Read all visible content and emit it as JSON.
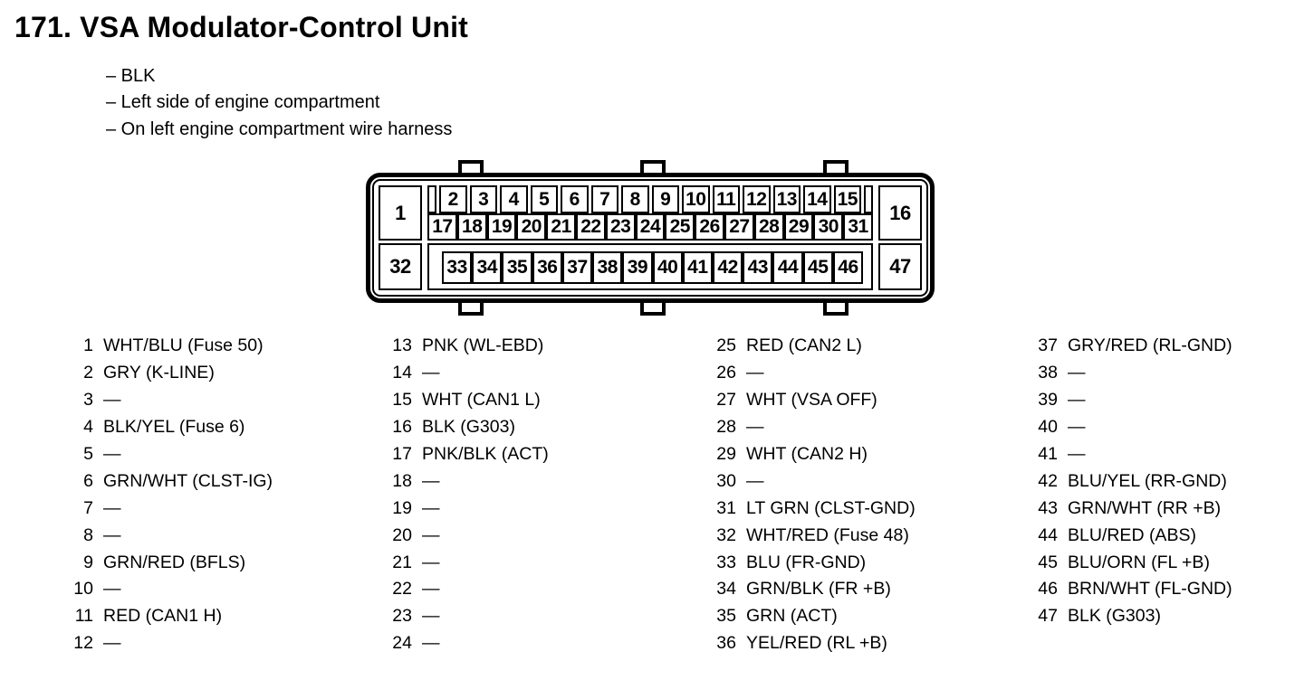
{
  "header": {
    "title": "171. VSA Modulator-Control Unit",
    "notes": [
      "– BLK",
      "– Left side of engine compartment",
      "– On left engine compartment wire harness"
    ]
  },
  "connector": {
    "pin1": "1",
    "pin16": "16",
    "pin32": "32",
    "pin47": "47",
    "row_top": [
      "2",
      "3",
      "4",
      "5",
      "6",
      "7",
      "8",
      "9",
      "10",
      "11",
      "12",
      "13",
      "14",
      "15"
    ],
    "row_mid": [
      "17",
      "18",
      "19",
      "20",
      "21",
      "22",
      "23",
      "24",
      "25",
      "26",
      "27",
      "28",
      "29",
      "30",
      "31"
    ],
    "row_bottom": [
      "33",
      "34",
      "35",
      "36",
      "37",
      "38",
      "39",
      "40",
      "41",
      "42",
      "43",
      "44",
      "45",
      "46"
    ]
  },
  "pins": {
    "columns": [
      [
        {
          "n": "1",
          "d": "WHT/BLU (Fuse 50)"
        },
        {
          "n": "2",
          "d": "GRY (K-LINE)"
        },
        {
          "n": "3",
          "d": "—"
        },
        {
          "n": "4",
          "d": "BLK/YEL (Fuse 6)"
        },
        {
          "n": "5",
          "d": "—"
        },
        {
          "n": "6",
          "d": "GRN/WHT (CLST-IG)"
        },
        {
          "n": "7",
          "d": "—"
        },
        {
          "n": "8",
          "d": "—"
        },
        {
          "n": "9",
          "d": "GRN/RED (BFLS)"
        },
        {
          "n": "10",
          "d": "—"
        },
        {
          "n": "11",
          "d": "RED (CAN1 H)"
        },
        {
          "n": "12",
          "d": "—"
        }
      ],
      [
        {
          "n": "13",
          "d": "PNK (WL-EBD)"
        },
        {
          "n": "14",
          "d": "—"
        },
        {
          "n": "15",
          "d": "WHT (CAN1 L)"
        },
        {
          "n": "16",
          "d": "BLK (G303)"
        },
        {
          "n": "17",
          "d": "PNK/BLK (ACT)"
        },
        {
          "n": "18",
          "d": "—"
        },
        {
          "n": "19",
          "d": "—"
        },
        {
          "n": "20",
          "d": "—"
        },
        {
          "n": "21",
          "d": "—"
        },
        {
          "n": "22",
          "d": "—"
        },
        {
          "n": "23",
          "d": "—"
        },
        {
          "n": "24",
          "d": "—"
        }
      ],
      [
        {
          "n": "25",
          "d": "RED (CAN2 L)"
        },
        {
          "n": "26",
          "d": "—"
        },
        {
          "n": "27",
          "d": "WHT (VSA OFF)"
        },
        {
          "n": "28",
          "d": "—"
        },
        {
          "n": "29",
          "d": "WHT (CAN2 H)"
        },
        {
          "n": "30",
          "d": "—"
        },
        {
          "n": "31",
          "d": "LT GRN (CLST-GND)"
        },
        {
          "n": "32",
          "d": "WHT/RED (Fuse 48)"
        },
        {
          "n": "33",
          "d": "BLU (FR-GND)"
        },
        {
          "n": "34",
          "d": "GRN/BLK (FR +B)"
        },
        {
          "n": "35",
          "d": "GRN (ACT)"
        },
        {
          "n": "36",
          "d": "YEL/RED (RL +B)"
        }
      ],
      [
        {
          "n": "37",
          "d": "GRY/RED (RL-GND)"
        },
        {
          "n": "38",
          "d": "—"
        },
        {
          "n": "39",
          "d": "—"
        },
        {
          "n": "40",
          "d": "—"
        },
        {
          "n": "41",
          "d": "—"
        },
        {
          "n": "42",
          "d": "BLU/YEL (RR-GND)"
        },
        {
          "n": "43",
          "d": "GRN/WHT (RR +B)"
        },
        {
          "n": "44",
          "d": "BLU/RED (ABS)"
        },
        {
          "n": "45",
          "d": "BLU/ORN (FL +B)"
        },
        {
          "n": "46",
          "d": "BRN/WHT (FL-GND)"
        },
        {
          "n": "47",
          "d": "BLK (G303)"
        }
      ]
    ]
  },
  "colors": {
    "ink": "#000000",
    "paper": "#ffffff"
  }
}
